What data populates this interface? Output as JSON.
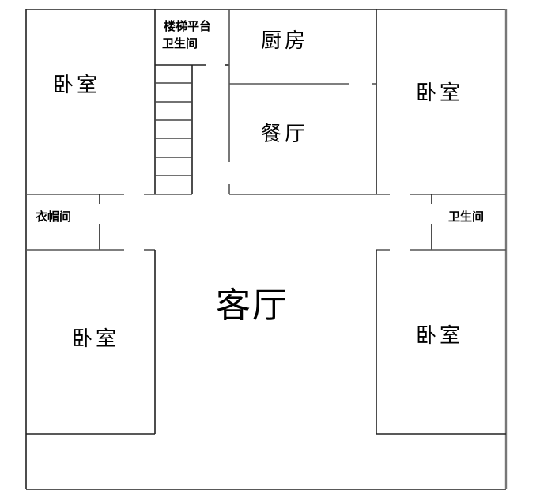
{
  "floor_plan": {
    "title": "",
    "rooms": [
      {
        "id": "bedroom-top-left",
        "label": "卧室"
      },
      {
        "id": "stair-landing-bathroom",
        "label_line1": "楼梯平台",
        "label_line2": "卫生间"
      },
      {
        "id": "kitchen",
        "label": "厨房"
      },
      {
        "id": "dining-room",
        "label": "餐厅"
      },
      {
        "id": "bedroom-top-right",
        "label": "卧室"
      },
      {
        "id": "cloakroom",
        "label": "衣帽间"
      },
      {
        "id": "bathroom-right",
        "label": "卫生间"
      },
      {
        "id": "living-room",
        "label": "客厅"
      },
      {
        "id": "bedroom-bottom-left",
        "label": "卧室"
      },
      {
        "id": "bedroom-bottom-right",
        "label": "卧室"
      }
    ],
    "stairs": {
      "step_count": 7
    },
    "colors": {
      "wall": "#222222",
      "wall_light": "#666666",
      "background": "#ffffff"
    }
  }
}
